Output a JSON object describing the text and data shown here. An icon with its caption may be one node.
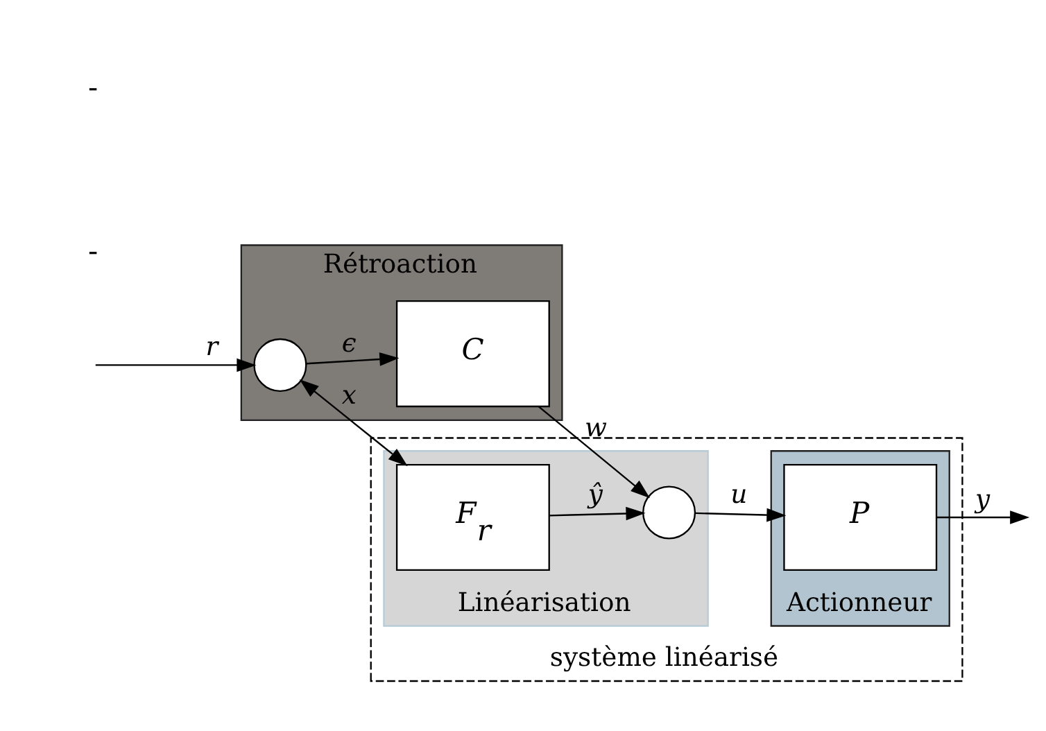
{
  "diagram": {
    "nodes": [
      {
        "text": [
          "système linéarisé"
        ]
      },
      {
        "text": [
          "Rétroaction"
        ]
      },
      {
        "text": [],
        "shape": "circle",
        "in": 1
      },
      {
        "text": [
          "C"
        ],
        "in": 1
      },
      {
        "text": [
          "Linéarisation"
        ],
        "in": 0
      },
      {
        "text": [
          "Actionneur"
        ],
        "in": 0
      },
      {
        "text": [],
        "shape": "circle",
        "in": 4
      },
      {
        "text": [
          "P"
        ],
        "in": 5
      },
      {
        "text": [
          "F$_{r}$"
        ],
        "in": 4
      }
    ],
    "edges": [
      {
        "from": null,
        "to": 2,
        "arrow": "to",
        "label": "r"
      },
      {
        "from": 2,
        "to": 3,
        "arrow": "to",
        "label": "ϵ"
      },
      {
        "from": 3,
        "to": 6,
        "arrow": "to",
        "label": "w"
      },
      {
        "from": 6,
        "to": 7,
        "arrow": "to",
        "label": "u"
      },
      {
        "from": 7,
        "to": null,
        "arrow": "to",
        "label": "y"
      },
      {
        "from": 2,
        "to": 8,
        "arrow": "both",
        "label": "x"
      },
      {
        "from": 8,
        "to": 6,
        "arrow": "to",
        "label": "ŷ"
      }
    ],
    "labels": [
      "-",
      "-"
    ]
  }
}
